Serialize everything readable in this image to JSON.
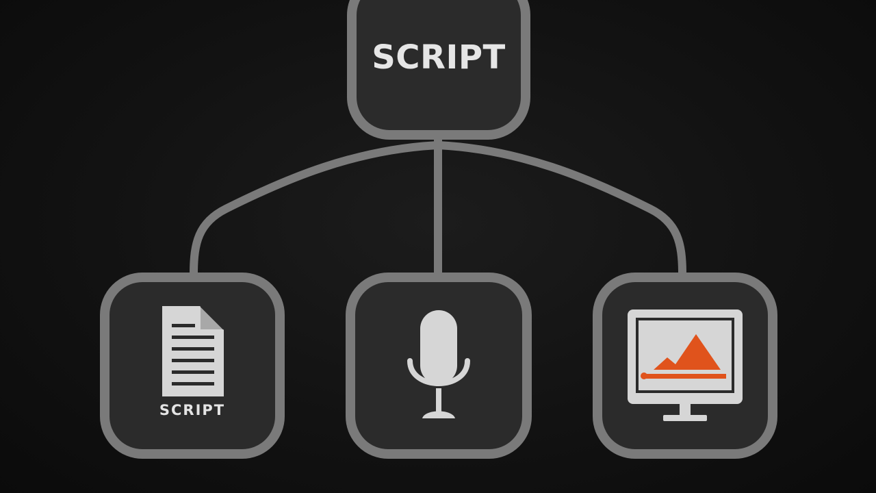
{
  "diagram": {
    "root": {
      "label": "SCRIPT"
    },
    "children": [
      {
        "id": "script",
        "icon": "document-icon",
        "caption": "SCRIPT"
      },
      {
        "id": "audio",
        "icon": "microphone-icon"
      },
      {
        "id": "video",
        "icon": "monitor-chart-icon"
      }
    ]
  },
  "colors": {
    "background": "#121212",
    "node_fill": "#2b2b2b",
    "node_border": "#7a7a7a",
    "connector": "#7a7a7a",
    "icon_light": "#d6d6d6",
    "accent": "#e0531c"
  }
}
